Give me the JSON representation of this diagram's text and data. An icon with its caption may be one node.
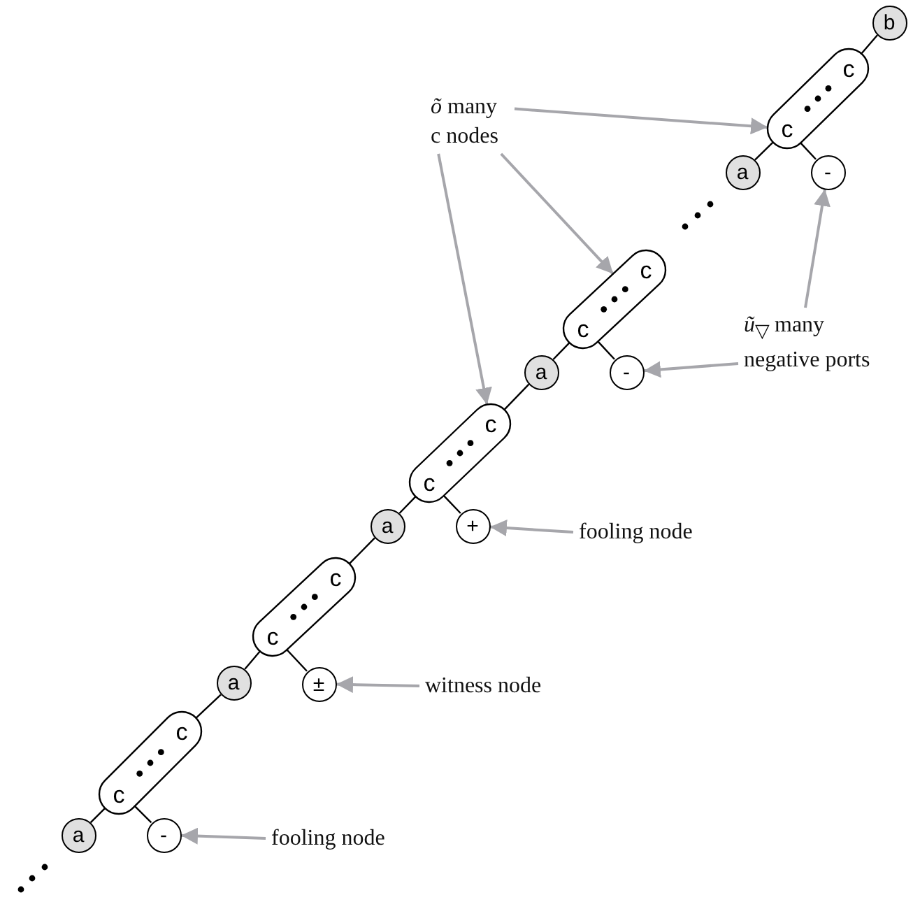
{
  "diagram": {
    "nodes": [
      {
        "text": [
          "b"
        ]
      },
      {
        "text": [
          "*õ* many c nodes"
        ]
      },
      {
        "text": [],
        "shape": "box"
      },
      {
        "text": [
          "c"
        ],
        "in": 2
      },
      {
        "text": [
          "c"
        ],
        "in": 2
      },
      {
        "text": [
          "a"
        ]
      },
      {
        "text": [
          "-"
        ]
      },
      {
        "text": [
          "*ũ*$_{▽}$ many negative ports"
        ]
      },
      {
        "text": [],
        "shape": "box"
      },
      {
        "text": [
          "c"
        ],
        "in": 8
      },
      {
        "text": [
          "c"
        ],
        "in": 8
      },
      {
        "text": [
          "a"
        ]
      },
      {
        "text": [
          "-"
        ]
      },
      {
        "text": [],
        "shape": "box"
      },
      {
        "text": [
          "c"
        ],
        "in": 13
      },
      {
        "text": [
          "c"
        ],
        "in": 13
      },
      {
        "text": [
          "a"
        ]
      },
      {
        "text": [
          "+"
        ]
      },
      {
        "text": [
          "fooling node"
        ]
      },
      {
        "text": [],
        "shape": "box"
      },
      {
        "text": [
          "c"
        ],
        "in": 19
      },
      {
        "text": [
          "c"
        ],
        "in": 19
      },
      {
        "text": [
          "a"
        ]
      },
      {
        "text": [
          "±"
        ]
      },
      {
        "text": [
          "witness node"
        ]
      },
      {
        "text": [],
        "shape": "box"
      },
      {
        "text": [
          "c"
        ],
        "in": 25
      },
      {
        "text": [
          "c"
        ],
        "in": 25
      },
      {
        "text": [
          "a"
        ]
      },
      {
        "text": [
          "-"
        ]
      },
      {
        "text": [
          "fooling node"
        ]
      }
    ],
    "edges": [
      {
        "from": 0,
        "to": 2,
        "arrow": "none"
      },
      {
        "from": 2,
        "to": 5,
        "arrow": "none"
      },
      {
        "from": 2,
        "to": 6,
        "arrow": "none"
      },
      {
        "from": 8,
        "to": 11,
        "arrow": "none"
      },
      {
        "from": 8,
        "to": 12,
        "arrow": "none"
      },
      {
        "from": 11,
        "to": 13,
        "arrow": "none"
      },
      {
        "from": 13,
        "to": 16,
        "arrow": "none"
      },
      {
        "from": 13,
        "to": 17,
        "arrow": "none"
      },
      {
        "from": 16,
        "to": 19,
        "arrow": "none"
      },
      {
        "from": 19,
        "to": 22,
        "arrow": "none"
      },
      {
        "from": 19,
        "to": 23,
        "arrow": "none"
      },
      {
        "from": 22,
        "to": 25,
        "arrow": "none"
      },
      {
        "from": 25,
        "to": 28,
        "arrow": "none"
      },
      {
        "from": 25,
        "to": 29,
        "arrow": "none"
      },
      {
        "from": 1,
        "to": 2,
        "arrow": "to",
        "color": "#a6a6ab"
      },
      {
        "from": 1,
        "to": 8,
        "arrow": "to",
        "color": "#a6a6ab"
      },
      {
        "from": 1,
        "to": 13,
        "arrow": "to",
        "color": "#a6a6ab"
      },
      {
        "from": 7,
        "to": 6,
        "arrow": "to",
        "color": "#a6a6ab"
      },
      {
        "from": 7,
        "to": 12,
        "arrow": "to",
        "color": "#a6a6ab"
      },
      {
        "from": 18,
        "to": 17,
        "arrow": "to",
        "color": "#a6a6ab"
      },
      {
        "from": 24,
        "to": 23,
        "arrow": "to",
        "color": "#a6a6ab"
      },
      {
        "from": 30,
        "to": 29,
        "arrow": "to",
        "color": "#a6a6ab"
      }
    ]
  }
}
